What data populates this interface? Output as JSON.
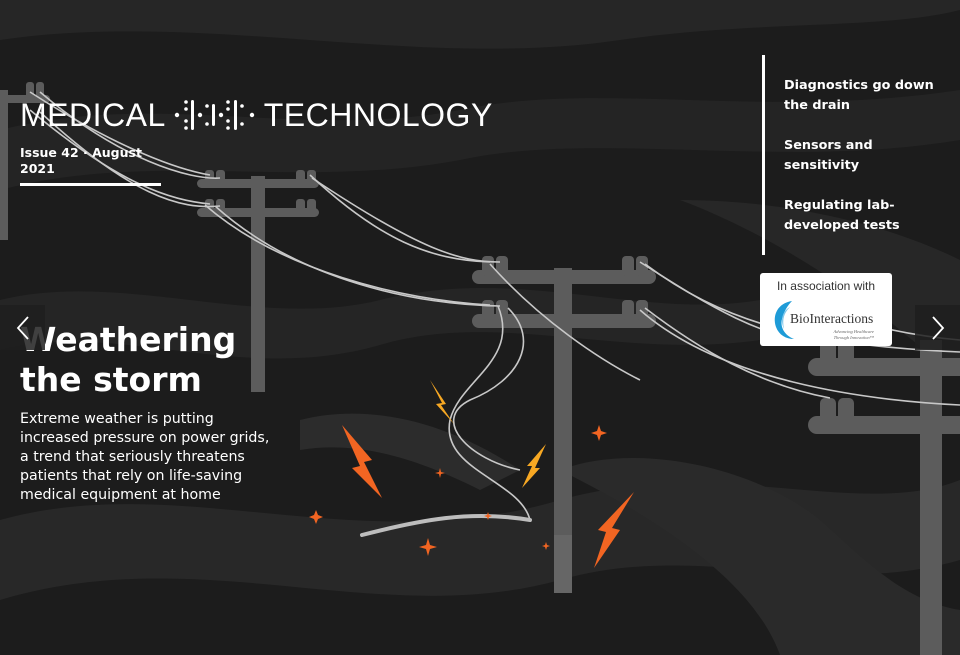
{
  "masthead": {
    "left_word": "MEDICAL",
    "right_word": "TECHNOLOGY",
    "logo_icon": "dna-dots-logo-icon"
  },
  "issue": {
    "label": "Issue 42 · August 2021"
  },
  "hero": {
    "title": "Weathering the storm",
    "description": "Extreme weather is putting increased pressure on power grids, a trend that seriously threatens patients that rely on life-saving medical equipment at home"
  },
  "toc": {
    "items": [
      {
        "label": "Diagnostics go down the drain"
      },
      {
        "label": "Sensors and sensitivity"
      },
      {
        "label": "Regulating lab-developed tests"
      }
    ]
  },
  "sponsor": {
    "label": "In association with",
    "brand": "BioInteractions",
    "tagline_1": "Advancing Healthcare",
    "tagline_2": "Through Innovation™"
  },
  "navigation": {
    "prev_icon": "chevron-left-icon",
    "next_icon": "chevron-right-icon"
  },
  "colors": {
    "background": "#1c1c1c",
    "pole": "#5c5c5c",
    "wire": "#c8c8c8",
    "spark_orange": "#f26522",
    "spark_yellow": "#f7a823",
    "sponsor_blue": "#1e9bd7"
  }
}
